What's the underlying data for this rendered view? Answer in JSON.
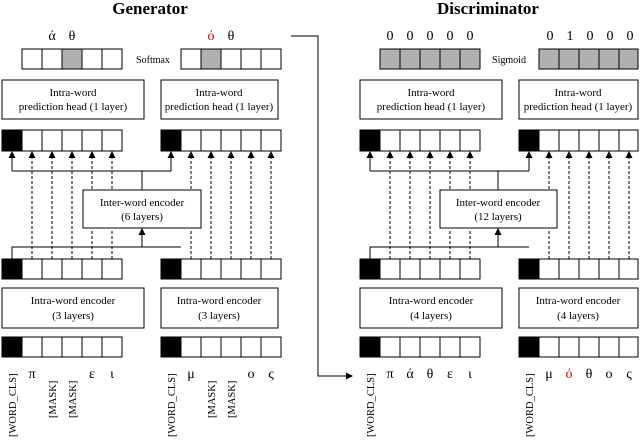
{
  "colors": {
    "highlight": "#d40000",
    "gray_cell": "#b0b0b0",
    "cls_cell": "#000000"
  },
  "generator": {
    "title": "Generator",
    "softmax_label": "Softmax",
    "pred_left": [
      "ά",
      "θ"
    ],
    "pred_right": [
      "ό",
      "θ"
    ],
    "head_left_line1": "Intra-word",
    "head_left_line2": "prediction head (1 layer)",
    "head_right_line1": "Intra-word",
    "head_right_line2": "prediction head (1 layer)",
    "inter_line1": "Inter-word encoder",
    "inter_line2": "(6 layers)",
    "intra_left_line1": "Intra-word encoder",
    "intra_left_line2": "(3 layers)",
    "intra_right_line1": "Intra-word encoder",
    "intra_right_line2": "(3 layers)",
    "tokens_left": [
      "[WORD_CLS]",
      "π",
      "[MASK]",
      "[MASK]",
      "ε",
      "ι"
    ],
    "tokens_right": [
      "[WORD_CLS]",
      "μ",
      "[MASK]",
      "[MASK]",
      "ο",
      "ς"
    ]
  },
  "discriminator": {
    "title": "Discriminator",
    "sigmoid_label": "Sigmoid",
    "bits_left": [
      "0",
      "0",
      "0",
      "0",
      "0"
    ],
    "bits_right": [
      "0",
      "1",
      "0",
      "0",
      "0"
    ],
    "head_left_line1": "Intra-word",
    "head_left_line2": "prediction head (1 layer)",
    "head_right_line1": "Intra-word",
    "head_right_line2": "prediction head (1 layer)",
    "inter_line1": "Inter-word encoder",
    "inter_line2": "(12 layers)",
    "intra_left_line1": "Intra-word encoder",
    "intra_left_line2": "(4 layers)",
    "intra_right_line1": "Intra-word encoder",
    "intra_right_line2": "(4 layers)",
    "tokens_left": [
      "[WORD_CLS]",
      "π",
      "ά",
      "θ",
      "ε",
      "ι"
    ],
    "tokens_right": [
      "[WORD_CLS]",
      "μ",
      "ό",
      "θ",
      "ο",
      "ς"
    ]
  }
}
